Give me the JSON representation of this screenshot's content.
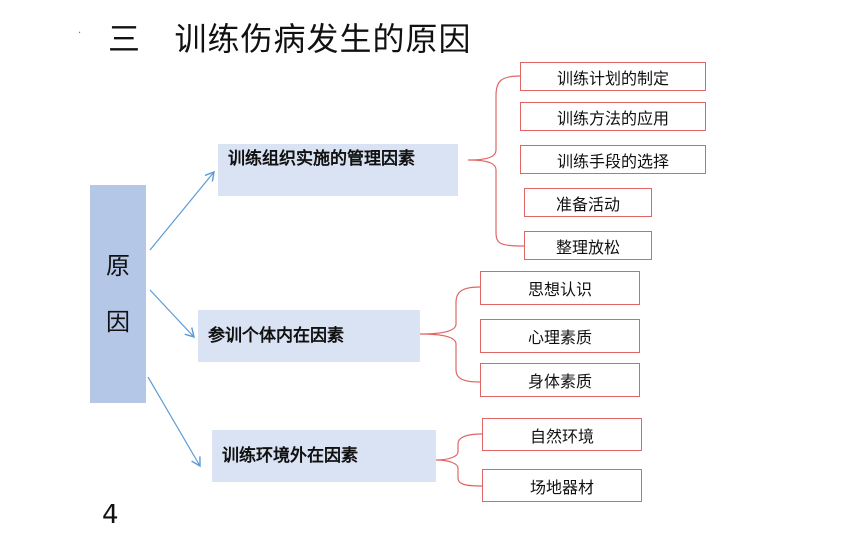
{
  "title": "三   训练伤病发生的原因",
  "page_number": "4",
  "root": {
    "chars": [
      "原",
      "因"
    ]
  },
  "categories": [
    {
      "label": "训练组织实施的管理因素",
      "items": [
        "训练计划的制定",
        "训练方法的应用",
        "训练手段的选择",
        "准备活动",
        "整理放松"
      ]
    },
    {
      "label": "参训个体内在因素",
      "items": [
        "思想认识",
        "心理素质",
        "身体素质"
      ]
    },
    {
      "label": "训练环境外在因素",
      "items": [
        "自然环境",
        "场地器材"
      ]
    }
  ],
  "colors": {
    "root_fill": "#b4c7e7",
    "category_fill": "#dae3f3",
    "leaf_border": "#e06666",
    "arrow": "#5b9bd5",
    "brace": "#e06666"
  }
}
